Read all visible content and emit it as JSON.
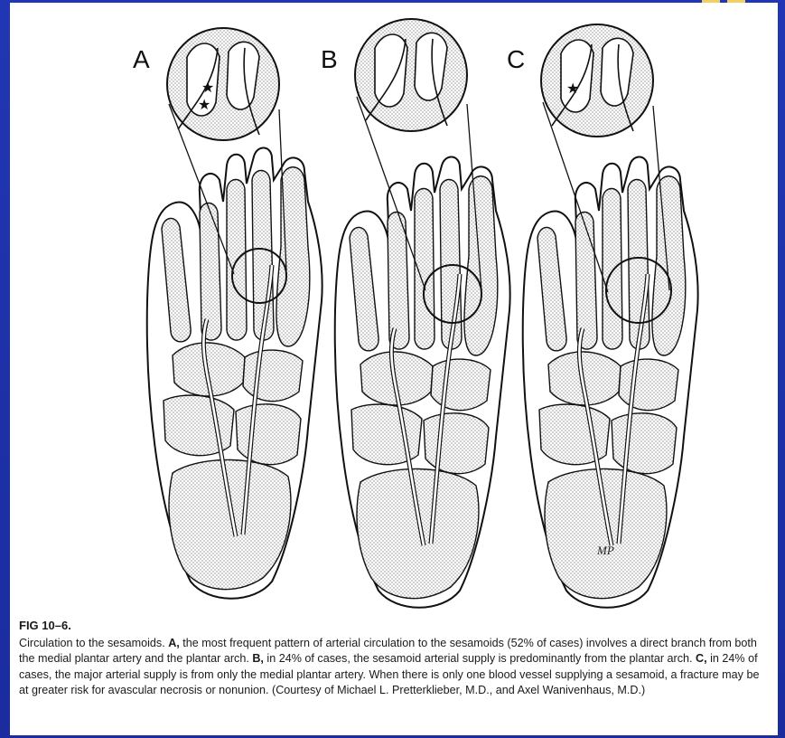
{
  "figure": {
    "panel_labels": [
      "A",
      "B",
      "C"
    ],
    "artist_initials": "MP",
    "title": "FIG 10–6.",
    "caption": {
      "intro": "Circulation to the sesamoids. ",
      "a_label": "A,",
      "a_text": " the most frequent pattern of arterial circulation to the sesamoids (52% of cases) involves a direct branch from both the medial plantar artery and the plantar arch. ",
      "b_label": "B,",
      "b_text": " in 24% of cases, the sesamoid arterial supply is predominantly from the plantar arch. ",
      "c_label": "C,",
      "c_text": " in 24% of cases, the major arterial supply is from only the medial plantar artery. When there is only one blood vessel supplying a sesamoid, a fracture may be at greater risk for avascular necrosis or nonunion. (Courtesy of Michael L. Pretterklieber, M.D., and Axel Wanivenhaus, M.D.)"
    }
  },
  "colors": {
    "slide_background": "#1d2fa8",
    "accent_squares": "#f2d060",
    "paper": "#ffffff"
  }
}
